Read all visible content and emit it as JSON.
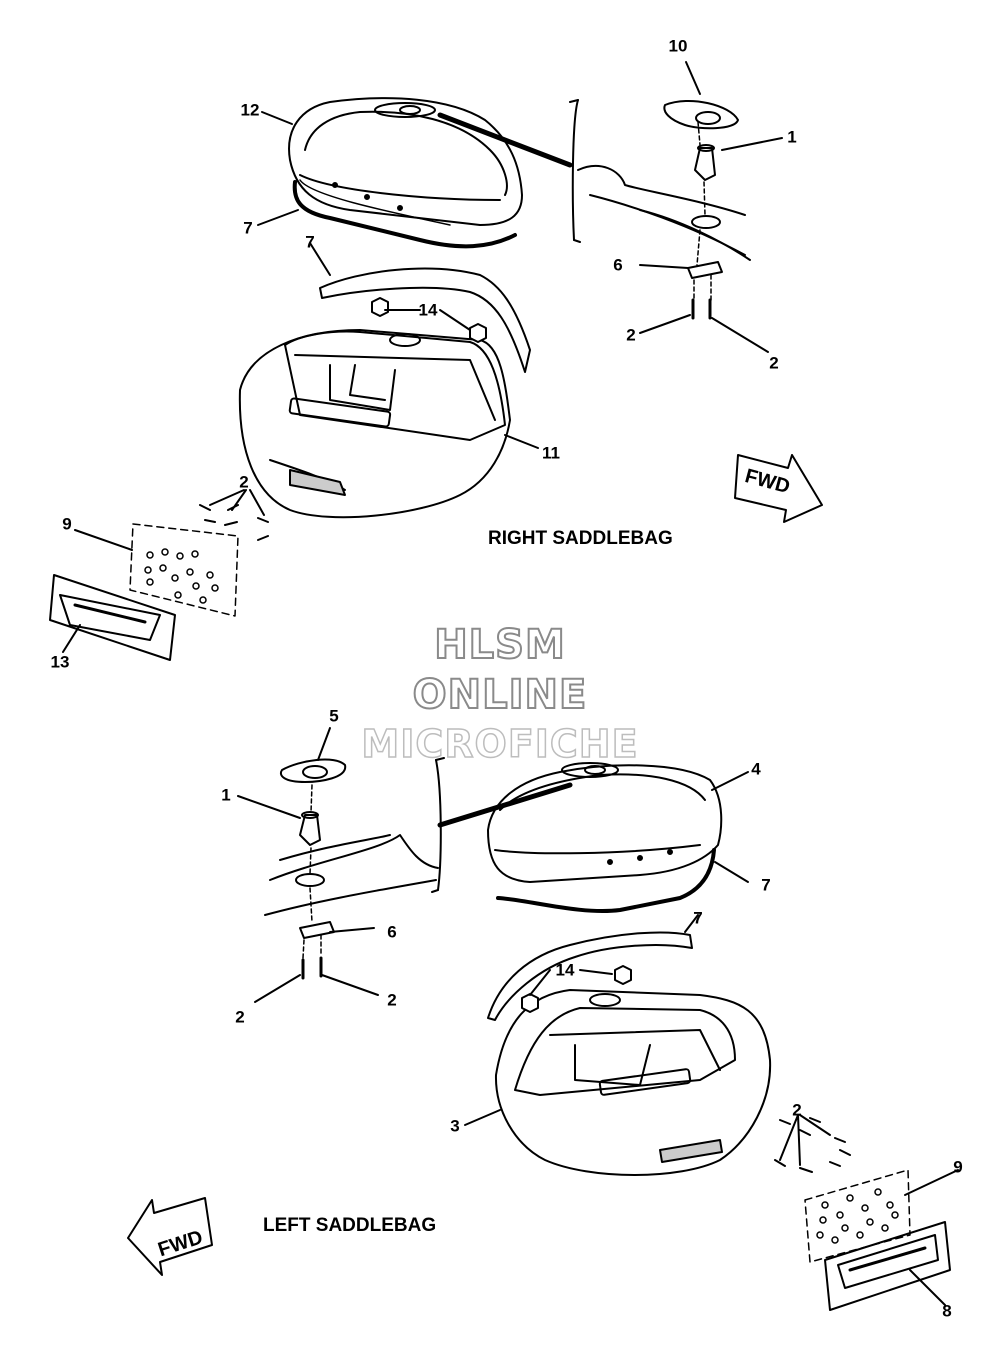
{
  "sections": {
    "right": "RIGHT SADDLEBAG",
    "left": "LEFT SADDLEBAG"
  },
  "watermark": {
    "line1": "HLSM",
    "line2": "ONLINE",
    "line3": "MICROFICHE"
  },
  "fwd_label": "FWD",
  "callouts": {
    "r10": "10",
    "r12": "12",
    "r1": "1",
    "r7a": "7",
    "r7b": "7",
    "r6": "6",
    "r14": "14",
    "r2a": "2",
    "r2b": "2",
    "r11": "11",
    "r2c": "2",
    "r9": "9",
    "r13": "13",
    "l5": "5",
    "l1": "1",
    "l4": "4",
    "l7a": "7",
    "l7b": "7",
    "l6": "6",
    "l14": "14",
    "l2a": "2",
    "l2b": "2",
    "l3": "3",
    "l2c": "2",
    "l9": "9",
    "l8": "8"
  }
}
